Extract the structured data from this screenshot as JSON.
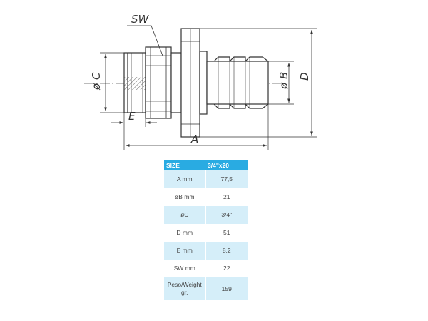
{
  "drawing": {
    "labels": {
      "sw": "SW",
      "c": "ø C",
      "b": "ø B",
      "d": "D",
      "e": "E",
      "a": "A"
    }
  },
  "spec_table": {
    "header": {
      "size_label": "SIZE",
      "size_value": "3/4\"x20"
    },
    "rows": [
      {
        "label": "A mm",
        "value": "77,5"
      },
      {
        "label": "øB mm",
        "value": "21"
      },
      {
        "label": "øC",
        "value": "3/4\""
      },
      {
        "label": "D mm",
        "value": "51"
      },
      {
        "label": "E mm",
        "value": "8,2"
      },
      {
        "label": "SW mm",
        "value": "22"
      },
      {
        "label": "Peso/Weight gr.",
        "value": "159"
      }
    ]
  }
}
